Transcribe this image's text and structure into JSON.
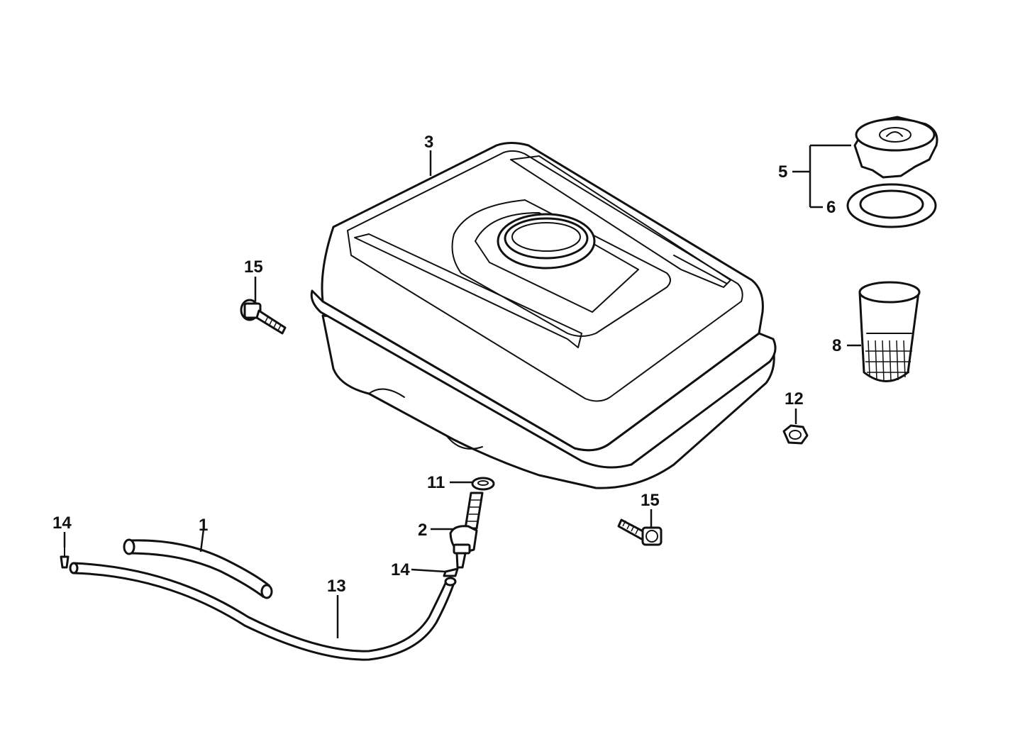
{
  "callouts": {
    "fuel_tank": "3",
    "fuel_cap": "5",
    "cap_gasket": "6",
    "strainer": "8",
    "nut": "12",
    "flange_bolt_left": "15",
    "flange_bolt_right": "15",
    "fuel_cock_gasket": "11",
    "fuel_cock": "2",
    "tube_clip_lower": "14",
    "tube_clip_left": "14",
    "fuel_tube": "13",
    "breather_tube": "1"
  }
}
